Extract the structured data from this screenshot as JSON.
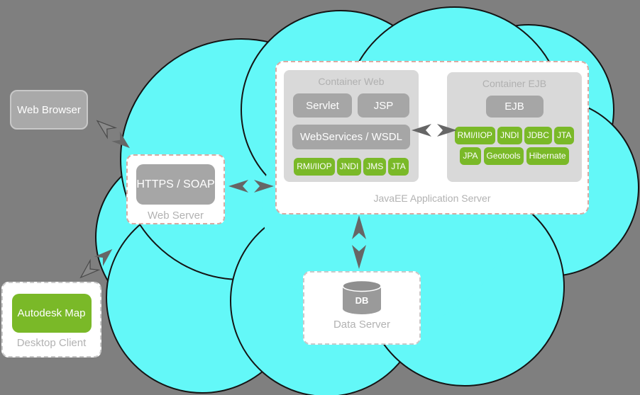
{
  "colors": {
    "background": "#7f7f7f",
    "cloud_fill": "#63f8f8",
    "module_gray": "#a6a6a6",
    "container_gray": "#d9d9d9",
    "service_green": "#7ab928",
    "arrow_gray": "#666666",
    "caption_gray": "#b2b2b2"
  },
  "nodes": {
    "web_browser": {
      "label": "Web Browser"
    },
    "web_server": {
      "protocol": "HTTPS / SOAP",
      "caption": "Web Server"
    },
    "app_server": {
      "caption": "JavaEE Application Server",
      "container_web": {
        "title": "Container Web",
        "modules": [
          "Servlet",
          "JSP"
        ],
        "webservices": "WebServices / WSDL",
        "services": [
          "RMI/IIOP",
          "JNDI",
          "JMS",
          "JTA"
        ]
      },
      "container_ejb": {
        "title": "Container EJB",
        "module": "EJB",
        "services_row1": [
          "RMI/IIOP",
          "JNDI",
          "JDBC",
          "JTA"
        ],
        "services_row2": [
          "JPA",
          "Geotools",
          "Hibernate"
        ]
      }
    },
    "data_server": {
      "db_label": "DB",
      "caption": "Data Server"
    },
    "desktop_client": {
      "app_label": "Autodesk Map",
      "caption": "Desktop Client"
    }
  }
}
